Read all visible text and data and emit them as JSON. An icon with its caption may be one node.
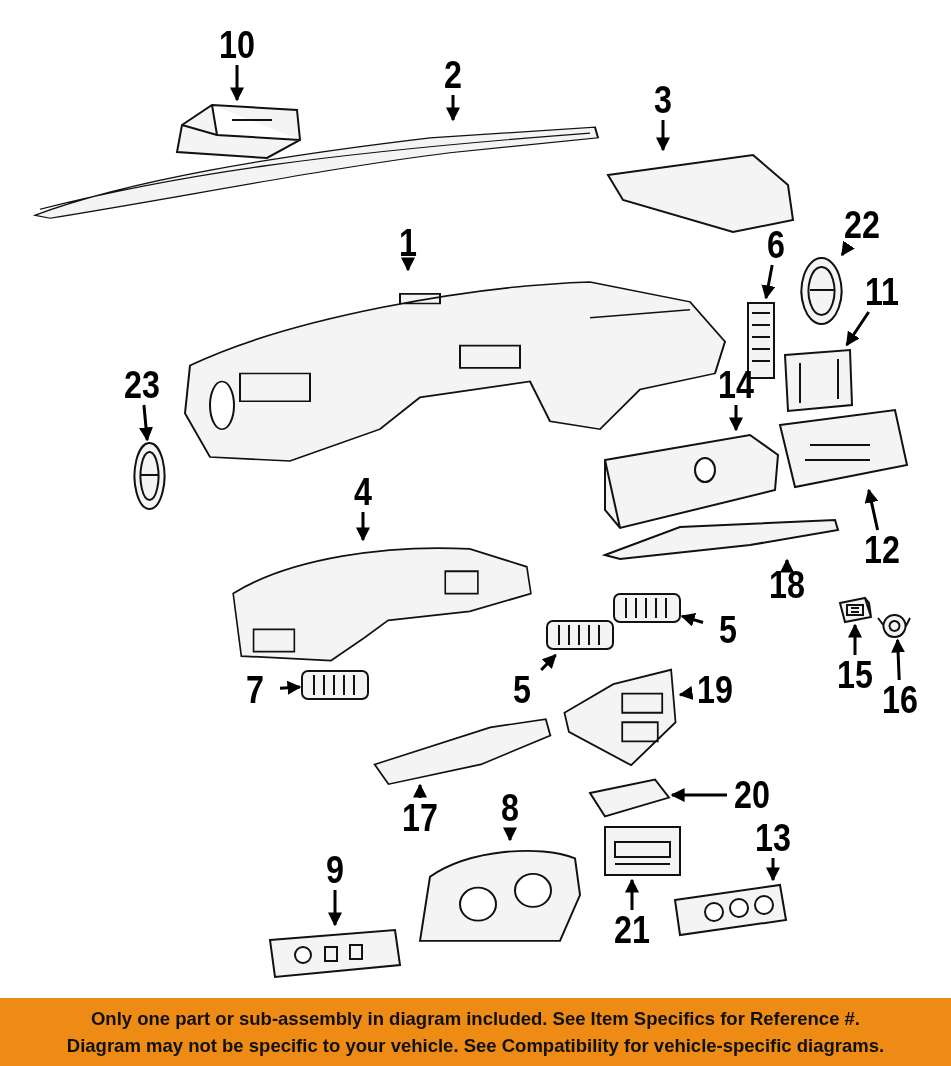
{
  "diagram": {
    "nodes": [
      {
        "text": [
          "10"
        ]
      },
      {
        "text": [],
        "shape": "picture"
      },
      {
        "text": [
          "2"
        ]
      },
      {
        "text": [],
        "shape": "picture"
      },
      {
        "text": [
          "3"
        ]
      },
      {
        "text": [],
        "shape": "picture"
      },
      {
        "text": [
          "1"
        ]
      },
      {
        "text": [],
        "shape": "picture"
      },
      {
        "text": [
          "22"
        ]
      },
      {
        "text": [],
        "shape": "picture"
      },
      {
        "text": [
          "6"
        ]
      },
      {
        "text": [],
        "shape": "picture"
      },
      {
        "text": [
          "11"
        ]
      },
      {
        "text": [],
        "shape": "picture"
      },
      {
        "text": [
          "23"
        ]
      },
      {
        "text": [],
        "shape": "picture"
      },
      {
        "text": [
          "14"
        ]
      },
      {
        "text": [],
        "shape": "picture"
      },
      {
        "text": [
          "12"
        ]
      },
      {
        "text": [],
        "shape": "picture"
      },
      {
        "text": [
          "4"
        ]
      },
      {
        "text": [],
        "shape": "picture"
      },
      {
        "text": [
          "18"
        ]
      },
      {
        "text": [],
        "shape": "picture"
      },
      {
        "text": [
          "5"
        ]
      },
      {
        "text": [],
        "shape": "picture"
      },
      {
        "text": [
          "15"
        ]
      },
      {
        "text": [],
        "shape": "picture"
      },
      {
        "text": [
          "5"
        ]
      },
      {
        "text": [],
        "shape": "picture"
      },
      {
        "text": [
          "16"
        ]
      },
      {
        "text": [],
        "shape": "picture"
      },
      {
        "text": [
          "7"
        ]
      },
      {
        "text": [],
        "shape": "picture"
      },
      {
        "text": [
          "19"
        ]
      },
      {
        "text": [],
        "shape": "picture"
      },
      {
        "text": [
          "17"
        ]
      },
      {
        "text": [],
        "shape": "picture"
      },
      {
        "text": [
          "20"
        ]
      },
      {
        "text": [],
        "shape": "picture"
      },
      {
        "text": [
          "8"
        ]
      },
      {
        "text": [],
        "shape": "picture"
      },
      {
        "text": [
          "9"
        ]
      },
      {
        "text": [],
        "shape": "picture"
      },
      {
        "text": [
          "21"
        ]
      },
      {
        "text": [],
        "shape": "picture"
      },
      {
        "text": [
          "13"
        ]
      },
      {
        "text": [],
        "shape": "picture"
      }
    ],
    "edges": [
      {
        "from": 0,
        "to": 1,
        "arrow": "to"
      },
      {
        "from": 2,
        "to": 3,
        "arrow": "to"
      },
      {
        "from": 4,
        "to": 5,
        "arrow": "to"
      },
      {
        "from": 6,
        "to": 7,
        "arrow": "to"
      },
      {
        "from": 8,
        "to": 9,
        "arrow": "to"
      },
      {
        "from": 10,
        "to": 11,
        "arrow": "to"
      },
      {
        "from": 12,
        "to": 13,
        "arrow": "to"
      },
      {
        "from": 14,
        "to": 15,
        "arrow": "to"
      },
      {
        "from": 16,
        "to": 17,
        "arrow": "to"
      },
      {
        "from": 18,
        "to": 19,
        "arrow": "to"
      },
      {
        "from": 20,
        "to": 21,
        "arrow": "to"
      },
      {
        "from": 22,
        "to": 23,
        "arrow": "to"
      },
      {
        "from": 24,
        "to": 25,
        "arrow": "to"
      },
      {
        "from": 26,
        "to": 27,
        "arrow": "to"
      },
      {
        "from": 28,
        "to": 29,
        "arrow": "to"
      },
      {
        "from": 30,
        "to": 31,
        "arrow": "to"
      },
      {
        "from": 32,
        "to": 33,
        "arrow": "to"
      },
      {
        "from": 34,
        "to": 35,
        "arrow": "to"
      },
      {
        "from": 36,
        "to": 37,
        "arrow": "to"
      },
      {
        "from": 38,
        "to": 39,
        "arrow": "to"
      },
      {
        "from": 40,
        "to": 41,
        "arrow": "to"
      },
      {
        "from": 42,
        "to": 43,
        "arrow": "to"
      },
      {
        "from": 44,
        "to": 45,
        "arrow": "to"
      },
      {
        "from": 46,
        "to": 47,
        "arrow": "to"
      }
    ],
    "labels": [
      "Only one part or sub-assembly in diagram included. See Item Specifics for Reference #.",
      "Diagram may not be specific to your vehicle. See Compatibility for vehicle-specific diagrams."
    ]
  }
}
